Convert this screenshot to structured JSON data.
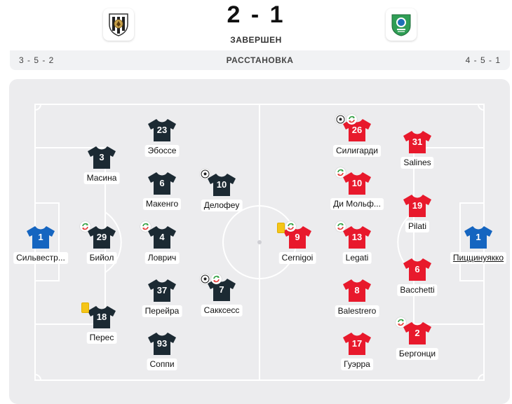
{
  "match": {
    "score": "2 - 1",
    "status": "ЗАВЕРШЕН",
    "home_logo": "udinese-crest",
    "away_logo": "ferencvaros-crest"
  },
  "formation": {
    "home": "3 - 5 - 2",
    "title": "РАССТАНОВКА",
    "away": "4 - 5 - 1"
  },
  "colors": {
    "home_shirt": "#1c2a33",
    "home_keeper": "#1565c0",
    "away_shirt": "#e8192c",
    "away_keeper": "#1565c0",
    "card": "#f5c518",
    "sub_green": "#2e9e3e",
    "sub_red": "#e53935"
  },
  "home": {
    "players": [
      {
        "number": "1",
        "name": "Сильвестр...",
        "keeper": true,
        "icons": []
      },
      {
        "number": "3",
        "name": "Масина",
        "icons": []
      },
      {
        "number": "29",
        "name": "Бийол",
        "icons": [
          "substitution-icon"
        ]
      },
      {
        "number": "18",
        "name": "Перес",
        "icons": [
          "yellow-card-icon"
        ]
      },
      {
        "number": "23",
        "name": "Эбоссе",
        "icons": []
      },
      {
        "number": "6",
        "name": "Макенго",
        "icons": []
      },
      {
        "number": "4",
        "name": "Ловрич",
        "icons": [
          "substitution-icon"
        ]
      },
      {
        "number": "37",
        "name": "Перейра",
        "icons": []
      },
      {
        "number": "93",
        "name": "Соппи",
        "icons": []
      },
      {
        "number": "10",
        "name": "Делофеу",
        "icons": [
          "goal-icon"
        ]
      },
      {
        "number": "7",
        "name": "Сакксесс",
        "icons": [
          "goal-icon",
          "substitution-icon"
        ]
      }
    ]
  },
  "away": {
    "players": [
      {
        "number": "1",
        "name": "Пиццинyякко",
        "keeper": true,
        "icons": []
      },
      {
        "number": "31",
        "name": "Salines",
        "icons": []
      },
      {
        "number": "19",
        "name": "Pilati",
        "icons": []
      },
      {
        "number": "6",
        "name": "Bacchetti",
        "icons": []
      },
      {
        "number": "2",
        "name": "Бергонци",
        "icons": [
          "substitution-icon"
        ]
      },
      {
        "number": "26",
        "name": "Силигарди",
        "icons": [
          "goal-icon",
          "substitution-icon"
        ]
      },
      {
        "number": "10",
        "name": "Ди Мольф...",
        "icons": [
          "substitution-icon"
        ]
      },
      {
        "number": "13",
        "name": "Legati",
        "icons": [
          "substitution-icon"
        ]
      },
      {
        "number": "8",
        "name": "Balestrero",
        "icons": []
      },
      {
        "number": "17",
        "name": "Гуэрра",
        "icons": []
      },
      {
        "number": "9",
        "name": "Cernigoi",
        "icons": [
          "yellow-card-icon",
          "substitution-icon"
        ]
      }
    ]
  }
}
